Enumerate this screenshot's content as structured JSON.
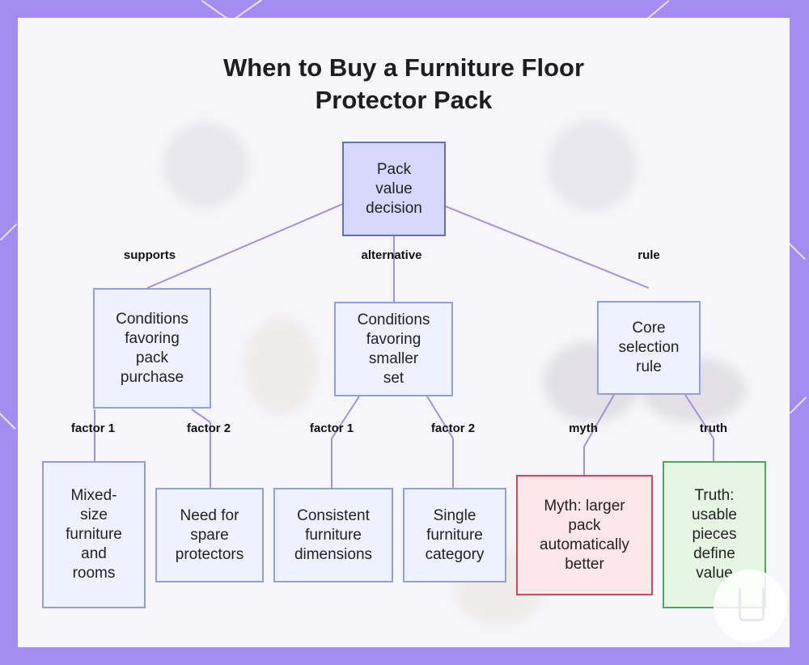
{
  "title": "When to Buy a Furniture Floor\nProtector Pack",
  "nodes": {
    "root": "Pack\nvalue\ndecision",
    "pack": "Conditions\nfavoring\npack\npurchase",
    "smaller": "Conditions\nfavoring\nsmaller\nset",
    "rule": "Core\nselection\nrule",
    "mixed": "Mixed-\nsize\nfurniture\nand\nrooms",
    "spare": "Need for\nspare\nprotectors",
    "consistent": "Consistent\nfurniture\ndimensions",
    "single": "Single\nfurniture\ncategory",
    "myth": "Myth: larger\npack\nautomatically\nbetter",
    "truth": "Truth:\nusable\npieces\ndefine\nvalue"
  },
  "edges": {
    "supports": "supports",
    "alternative": "alternative",
    "rule": "rule",
    "pack_factor1": "factor 1",
    "pack_factor2": "factor 2",
    "smaller_factor1": "factor 1",
    "smaller_factor2": "factor 2",
    "myth": "myth",
    "truth": "truth"
  },
  "colors": {
    "frame": "#a48cf0",
    "edge": "#a58fd9",
    "node_fill": "#eef1ff",
    "root_fill": "#d5d8fb",
    "myth_border": "#d0475a",
    "truth_border": "#49a85a"
  }
}
